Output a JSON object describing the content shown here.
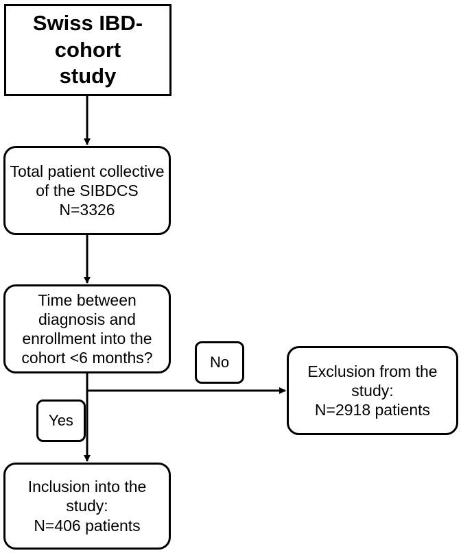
{
  "flowchart": {
    "title": "Swiss IBD-cohort\nstudy",
    "total": "Total patient collective\nof the SIBDCS\nN=3326",
    "decision": "Time between\ndiagnosis and\nenrollment into the\ncohort <6 months?",
    "no_label": "No",
    "yes_label": "Yes",
    "exclusion": "Exclusion from the\nstudy:\nN=2918 patients",
    "inclusion": "Inclusion into the\nstudy:\nN=406 patients"
  }
}
